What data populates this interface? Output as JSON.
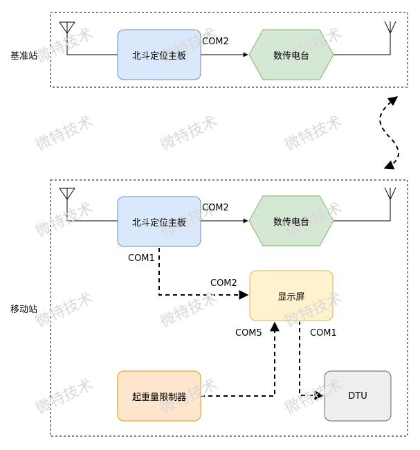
{
  "stations": {
    "base": {
      "label": "基准站"
    },
    "mobile": {
      "label": "移动站"
    }
  },
  "nodes": {
    "base_board": {
      "label": "北斗定位主板"
    },
    "base_radio": {
      "label": "数传电台"
    },
    "mobile_board": {
      "label": "北斗定位主板"
    },
    "mobile_radio": {
      "label": "数传电台"
    },
    "display": {
      "label": "显示屏"
    },
    "limiter": {
      "label": "起重量限制器"
    },
    "dtu": {
      "label": "DTU"
    }
  },
  "ports": {
    "base_com2": "COM2",
    "mobile_com2": "COM2",
    "mobile_com1": "COM1",
    "display_com2": "COM2",
    "display_com5": "COM5",
    "display_com1": "COM1"
  },
  "watermark": "微特技术",
  "colors": {
    "blue_fill": "#dae8fc",
    "blue_stroke": "#6c8ebf",
    "green_fill": "#d5e8d4",
    "green_stroke": "#82b366",
    "yellow_fill": "#fff2cc",
    "yellow_stroke": "#d6b656",
    "orange_fill": "#ffe6cc",
    "orange_stroke": "#d79b00",
    "gray_fill": "#eeeeee",
    "gray_stroke": "#666666"
  }
}
